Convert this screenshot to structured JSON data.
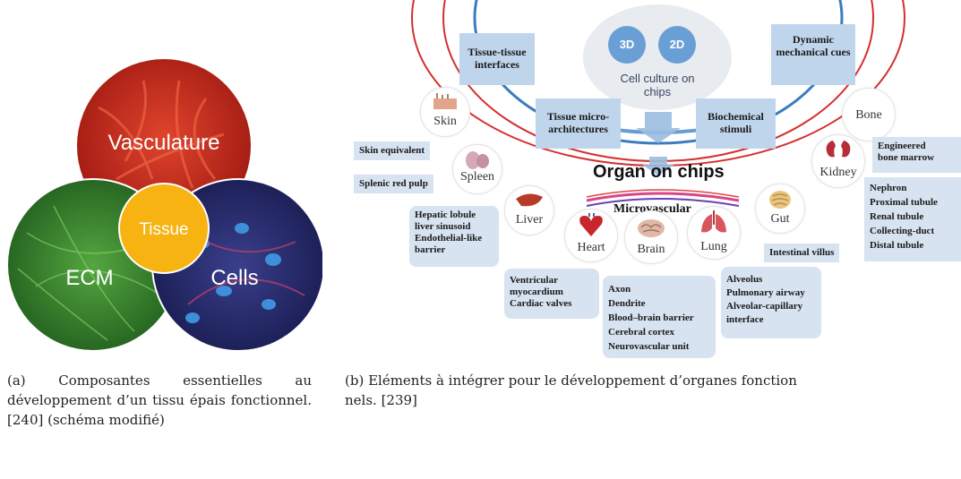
{
  "figure_a": {
    "labels": {
      "vasculature": "Vasculature",
      "ecm": "ECM",
      "cells": "Cells",
      "tissue": "Tissue"
    },
    "caption": "(a) Composantes essentielles au développement d’un tissu épais fonctionnel. [240] (schéma modifié)"
  },
  "figure_b": {
    "chip_3d": "3D",
    "chip_2d": "2D",
    "cell_culture": "Cell culture on chips",
    "top_boxes": {
      "tissue_interfaces": "Tissue-tissue interfaces",
      "dynamic_cues": "Dynamic mechanical cues",
      "micro_architectures": "Tissue micro-architectures",
      "biochemical_stimuli": "Biochemical stimuli"
    },
    "title": "Organ on chips",
    "microvascular": "Microvascular",
    "organs": {
      "skin": "Skin",
      "spleen": "Spleen",
      "liver": "Liver",
      "heart": "Heart",
      "brain": "Brain",
      "lung": "Lung",
      "gut": "Gut",
      "kidney": "Kidney",
      "bone": "Bone"
    },
    "lists": {
      "skin": [
        "Skin equivalent"
      ],
      "spleen": [
        "Splenic red pulp"
      ],
      "liver": [
        "Hepatic lobule",
        "liver sinusoid",
        "Endothelial-like",
        "barrier"
      ],
      "heart": [
        "Ventricular",
        "myocardium",
        "Cardiac valves"
      ],
      "brain": [
        "Axon",
        "Dendrite",
        "Blood–brain barrier",
        "Cerebral cortex",
        "Neurovascular unit"
      ],
      "lung": [
        "Alveolus",
        "Pulmonary airway",
        "Alveolar-capillary",
        "interface"
      ],
      "gut": [
        "Intestinal villus"
      ],
      "bone": [
        "Engineered",
        "bone marrow"
      ],
      "kidney": [
        "Nephron",
        "Proximal tubule",
        "Renal tubule",
        "Collecting-duct",
        "Distal tubule"
      ]
    },
    "caption_line1": "(b) Eléments à intégrer pour le développement d’organes fonction",
    "caption_line2": "nels. [239]"
  }
}
